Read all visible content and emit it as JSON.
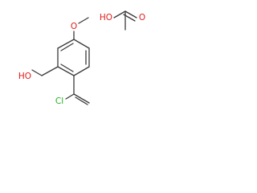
{
  "structure": {
    "atoms": {
      "methoxy_o": "O",
      "hydroxyl": "HO",
      "chloro": "Cl",
      "acid_oh": "HO",
      "acid_o": "O"
    }
  },
  "colors": {
    "bond": "#3a3a3a",
    "oxygen": "#e11a1a",
    "chlorine": "#22b022"
  }
}
